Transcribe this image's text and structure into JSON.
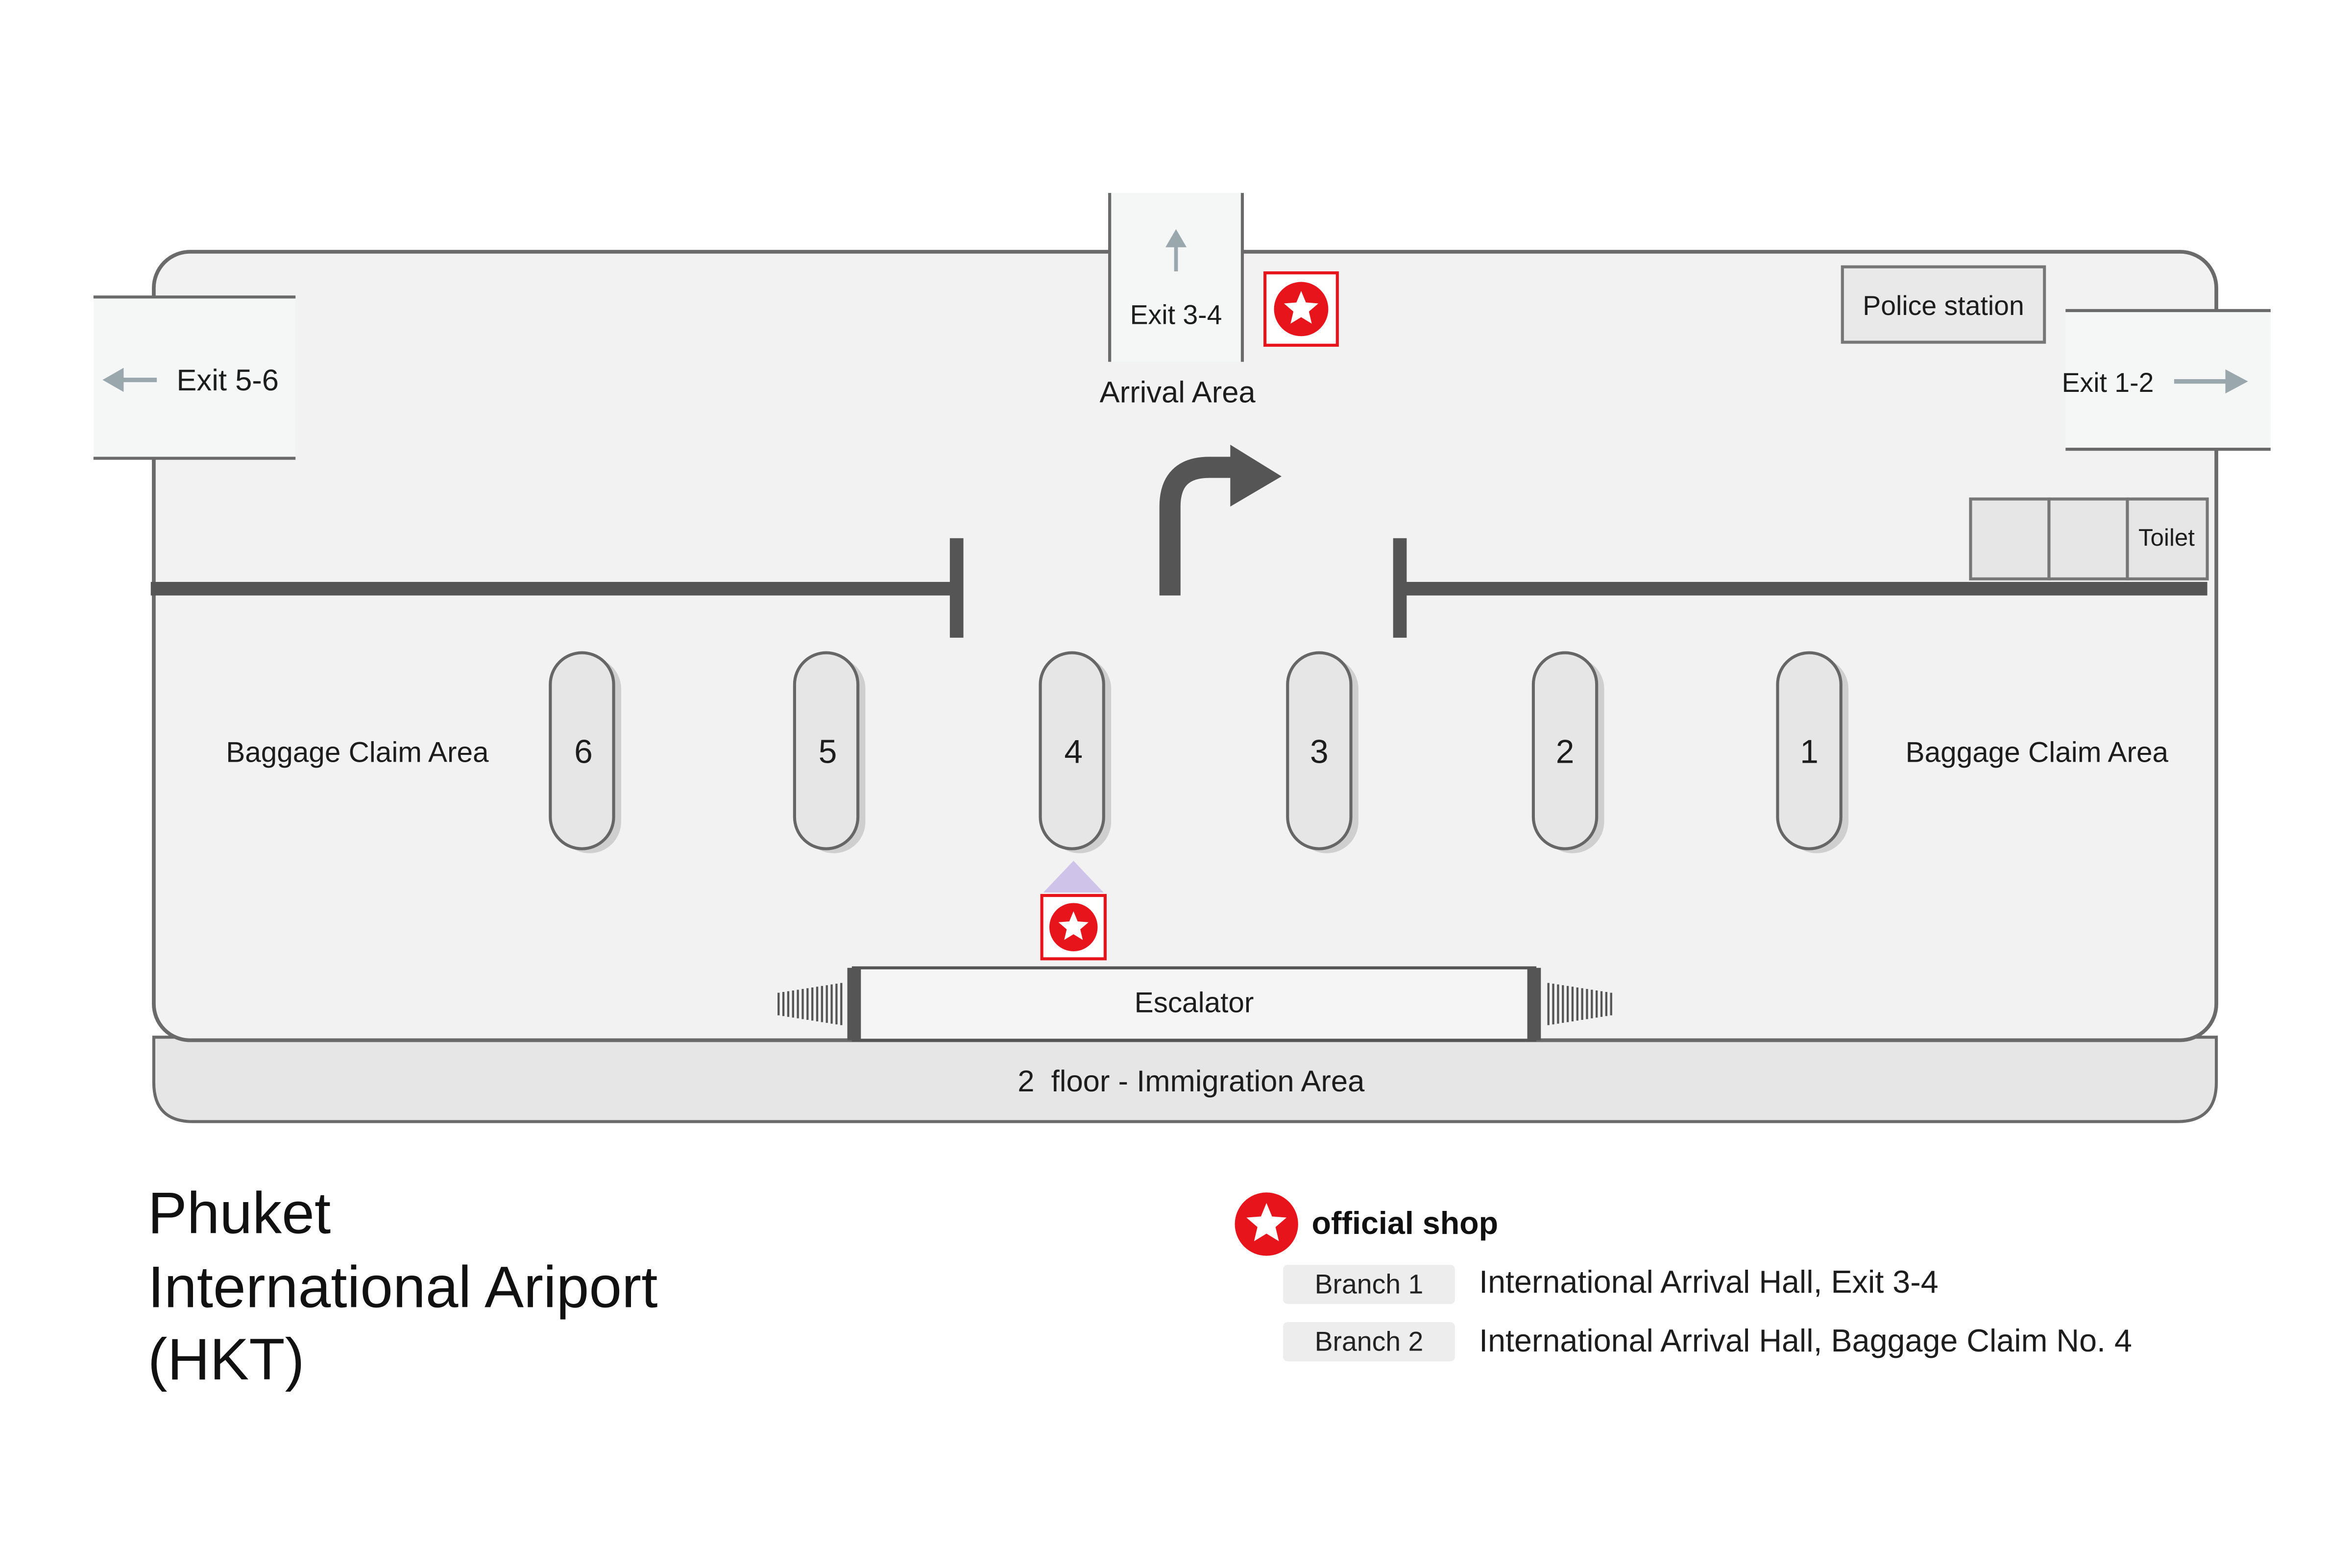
{
  "map": {
    "exits": {
      "exit_5_6": "Exit 5-6",
      "exit_3_4": "Exit 3-4",
      "exit_1_2": "Exit 1-2"
    },
    "arrival_area": "Arrival Area",
    "police_station": "Police station",
    "toilet": "Toilet",
    "baggage_claim_left": "Baggage Claim Area",
    "baggage_claim_right": "Baggage Claim Area",
    "carousels": [
      "6",
      "5",
      "4",
      "3",
      "2",
      "1"
    ],
    "escalator": "Escalator",
    "immigration": "2  floor - Immigration Area"
  },
  "title": {
    "line1": "Phuket",
    "line2": "International Ariport",
    "line3": "(HKT)"
  },
  "legend": {
    "heading": "official shop",
    "branches": [
      {
        "tag": "Branch 1",
        "location": "International Arrival Hall, Exit 3-4"
      },
      {
        "tag": "Branch 2",
        "location": "International Arrival Hall, Baggage Claim No. 4"
      }
    ]
  },
  "colors": {
    "shop_red": "#e8141b",
    "floor": "#f2f2f2",
    "wall": "#555555",
    "immigration_floor": "#e6e6e6",
    "exit_arrow": "#9aa7ad",
    "locator_marker": "#cfc3ea"
  },
  "icons": {
    "shop": "star-badge-icon",
    "exit": "arrow-icon",
    "route": "turn-right-arrow-icon"
  }
}
